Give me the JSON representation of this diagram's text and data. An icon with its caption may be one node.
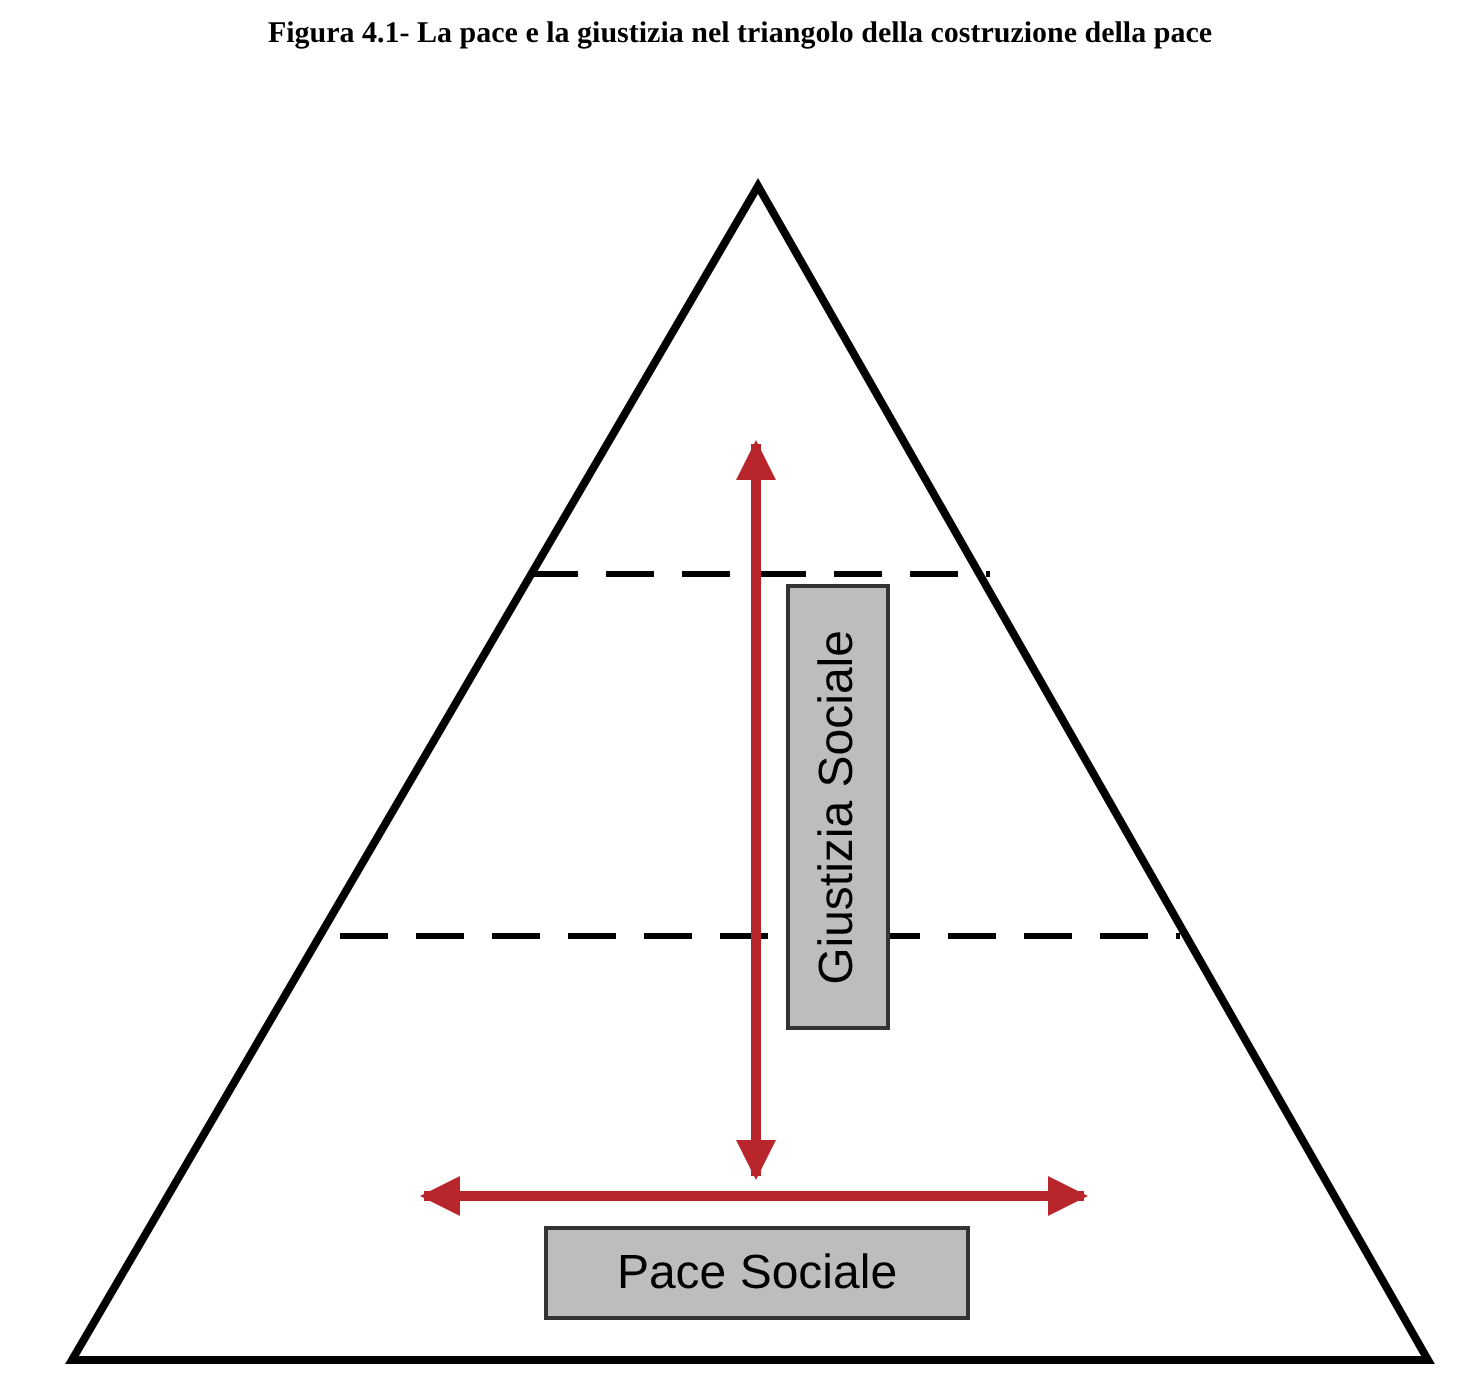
{
  "diagram": {
    "title": "Figura 4.1- La pace e la giustizia nel triangolo della costruzione della pace",
    "nodes": [
      {
        "text": [
          "Giustizia Sociale"
        ]
      },
      {
        "text": [
          "Pace Sociale"
        ]
      }
    ]
  }
}
